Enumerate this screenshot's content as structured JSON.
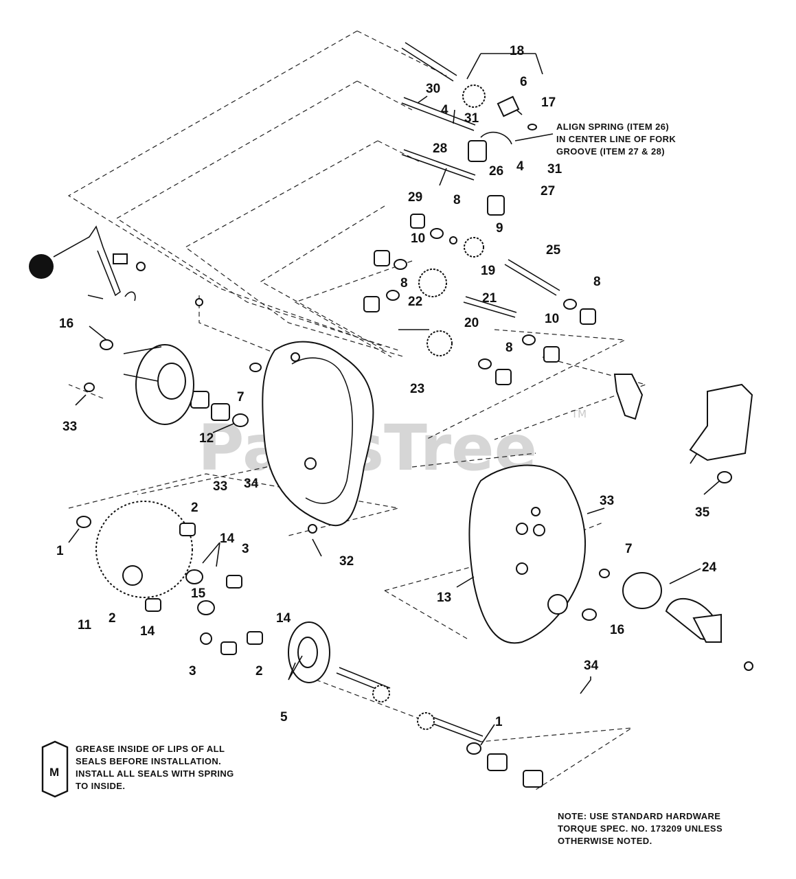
{
  "watermark": {
    "text": "PartsTree",
    "tm": "TM"
  },
  "notes": {
    "align_spring": "ALIGN SPRING (ITEM 26)\nIN CENTER LINE OF FORK\nGROOVE (ITEM 27 & 28)",
    "grease": "GREASE INSIDE OF LIPS OF ALL\nSEALS BEFORE INSTALLATION.\nINSTALL ALL SEALS WITH SPRING\nTO INSIDE.",
    "grease_icon_letter": "M",
    "hardware": "NOTE: USE STANDARD HARDWARE\nTORQUE SPEC. NO. 173209 UNLESS\nOTHERWISE NOTED."
  },
  "callouts": [
    {
      "id": "c18",
      "label": "18"
    },
    {
      "id": "c6",
      "label": "6"
    },
    {
      "id": "c17",
      "label": "17"
    },
    {
      "id": "c30",
      "label": "30"
    },
    {
      "id": "c4a",
      "label": "4"
    },
    {
      "id": "c31a",
      "label": "31"
    },
    {
      "id": "c28",
      "label": "28"
    },
    {
      "id": "c26",
      "label": "26"
    },
    {
      "id": "c4b",
      "label": "4"
    },
    {
      "id": "c31b",
      "label": "31"
    },
    {
      "id": "c27",
      "label": "27"
    },
    {
      "id": "c29",
      "label": "29"
    },
    {
      "id": "c8a",
      "label": "8"
    },
    {
      "id": "c9",
      "label": "9"
    },
    {
      "id": "c10a",
      "label": "10"
    },
    {
      "id": "c25",
      "label": "25"
    },
    {
      "id": "c19",
      "label": "19"
    },
    {
      "id": "c8b",
      "label": "8"
    },
    {
      "id": "c8c",
      "label": "8"
    },
    {
      "id": "c21",
      "label": "21"
    },
    {
      "id": "c22",
      "label": "22"
    },
    {
      "id": "c20",
      "label": "20"
    },
    {
      "id": "c10b",
      "label": "10"
    },
    {
      "id": "c8d",
      "label": "8"
    },
    {
      "id": "c23",
      "label": "23"
    },
    {
      "id": "c16a",
      "label": "16"
    },
    {
      "id": "c33a",
      "label": "33"
    },
    {
      "id": "c7a",
      "label": "7"
    },
    {
      "id": "c12",
      "label": "12"
    },
    {
      "id": "c34a",
      "label": "34"
    },
    {
      "id": "c33b",
      "label": "33"
    },
    {
      "id": "c33c",
      "label": "33"
    },
    {
      "id": "c35",
      "label": "35"
    },
    {
      "id": "c1a",
      "label": "1"
    },
    {
      "id": "c2a",
      "label": "2"
    },
    {
      "id": "c14a",
      "label": "14"
    },
    {
      "id": "c3a",
      "label": "3"
    },
    {
      "id": "c15",
      "label": "15"
    },
    {
      "id": "c32",
      "label": "32"
    },
    {
      "id": "c11",
      "label": "11"
    },
    {
      "id": "c2b",
      "label": "2"
    },
    {
      "id": "c14b",
      "label": "14"
    },
    {
      "id": "c14c",
      "label": "14"
    },
    {
      "id": "c3b",
      "label": "3"
    },
    {
      "id": "c2c",
      "label": "2"
    },
    {
      "id": "c5",
      "label": "5"
    },
    {
      "id": "c13",
      "label": "13"
    },
    {
      "id": "c7b",
      "label": "7"
    },
    {
      "id": "c24",
      "label": "24"
    },
    {
      "id": "c16b",
      "label": "16"
    },
    {
      "id": "c34b",
      "label": "34"
    },
    {
      "id": "c1b",
      "label": "1"
    }
  ]
}
